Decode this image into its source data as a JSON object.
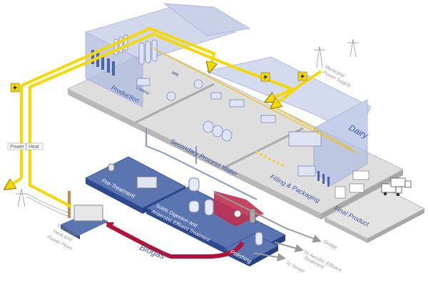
{
  "labels": {
    "production": "Production",
    "cheese": "Cheese",
    "milk": "Milk",
    "dairy": "Dairy",
    "secondary_water": "Secondary Process Water",
    "filling": "Filling & Packaging",
    "final_product": "Final Product",
    "municipal_1": "Municipal",
    "municipal_2": "Power Supply",
    "pretreatment": "Pre-Treatment",
    "solids_1": "Solids Digestion and",
    "solids_2": "Anaerobic Effluent Treatment",
    "chp_1": "Combined",
    "chp_2": "Heat and",
    "chp_3": "Power Plant",
    "biogas": "Biogas",
    "polishing": "Polishing",
    "sludge": "Sludge",
    "aerobic_1": "To Aerobic Effluent",
    "aerobic_2": "Treatment",
    "sewer": "To Sewer",
    "power": "Power",
    "heat": "Heat"
  },
  "colors": {
    "power_heat_pipe": "#f5d800",
    "biogas_pipe": "#b0133a",
    "platform_blue": "#5a75b0",
    "floor_grey": "#dcdcdc",
    "building_glass": "#c8d0e8",
    "label_blue": "#3a55a0"
  },
  "icons": [
    "lightning-icon",
    "power-pylon-icon",
    "truck-icon",
    "tank-icon",
    "chimney-icon"
  ]
}
